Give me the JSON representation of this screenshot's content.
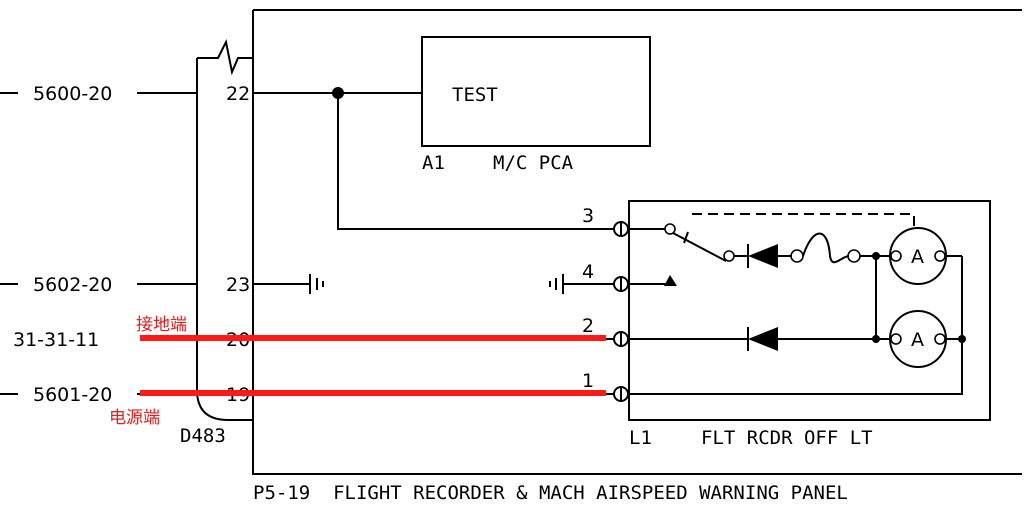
{
  "wires": {
    "w5600": "5600-20",
    "w5602": "5602-20",
    "w3131": "31-31-11",
    "w5601": "5601-20"
  },
  "connector": {
    "name": "D483",
    "pins": {
      "p22": "22",
      "p23": "23",
      "p20": "20",
      "p19": "19"
    }
  },
  "pca": {
    "label": "TEST",
    "ref": "A1",
    "name": "M/C PCA"
  },
  "light": {
    "ref": "L1",
    "name": "FLT RCDR OFF LT",
    "pins": {
      "p1": "1",
      "p2": "2",
      "p3": "3",
      "p4": "4"
    },
    "lamp_label": "A"
  },
  "panel": {
    "title": "P5-19  FLIGHT RECORDER & MACH AIRSPEED WARNING PANEL"
  },
  "annotations": {
    "ground": "接地端",
    "power": "电源端"
  },
  "colors": {
    "highlight": "#ff1a1a",
    "annotation": "#e02020"
  }
}
